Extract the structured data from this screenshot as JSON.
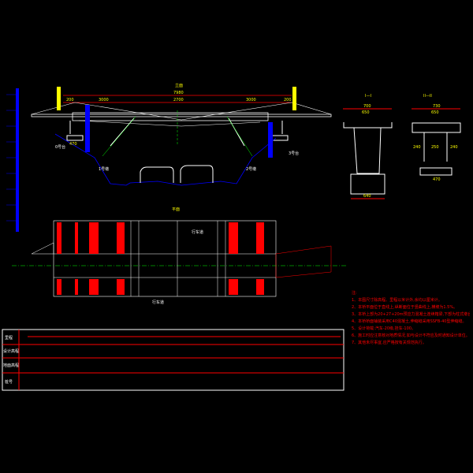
{
  "elevation": {
    "title": "立面",
    "total_length": "7980",
    "span_left": "3000",
    "span_mid": "2700",
    "span_right": "3000",
    "end_left": "200",
    "end_right": "200",
    "pier_left": "1号墩",
    "pier_right": "2号墩",
    "abut_left": "0号台",
    "abut_right": "3号台",
    "foundation_width": "470"
  },
  "section1": {
    "title": "I—I",
    "top_width": "700",
    "deck_width": "650",
    "base_width": "640"
  },
  "section2": {
    "title": "II—II",
    "top_width": "730",
    "deck_width": "650",
    "spacing": [
      "240",
      "250",
      "240"
    ],
    "base_width": "470"
  },
  "plan": {
    "title": "平面",
    "lane_left": "行车道",
    "lane_right": "行车道"
  },
  "table": {
    "row_labels": [
      "里程",
      "设计高程",
      "地面高程",
      "桩号"
    ]
  },
  "notes": {
    "title": "注:",
    "items": [
      "1、本图尺寸除高程、里程以米计外,余均以厘米计。",
      "2、本桥平面位于直线上,纵断面位于竖曲线上,横坡为1.5%。",
      "3、本桥上部为20+27+20m预应力混凝土连续箱梁,下部为柱式墩台,扩大基础。",
      "4、本桥桥面铺装采用C40混凝土,伸缩缝采用SSFB-40型伸缩缝。",
      "5、设计荷载:汽车-20级,挂车-100。",
      "6、施工时应注意核对地质情况,如与设计不符应及时通知设计单位。",
      "7、其他未尽事宜,应严格按有关规范执行。"
    ]
  },
  "colors": {
    "bg": "#000000",
    "dim": "#ff0000",
    "outline": "#ffffff",
    "ground": "#0000ff",
    "text": "#ffff00",
    "axis": "#00ff00"
  }
}
